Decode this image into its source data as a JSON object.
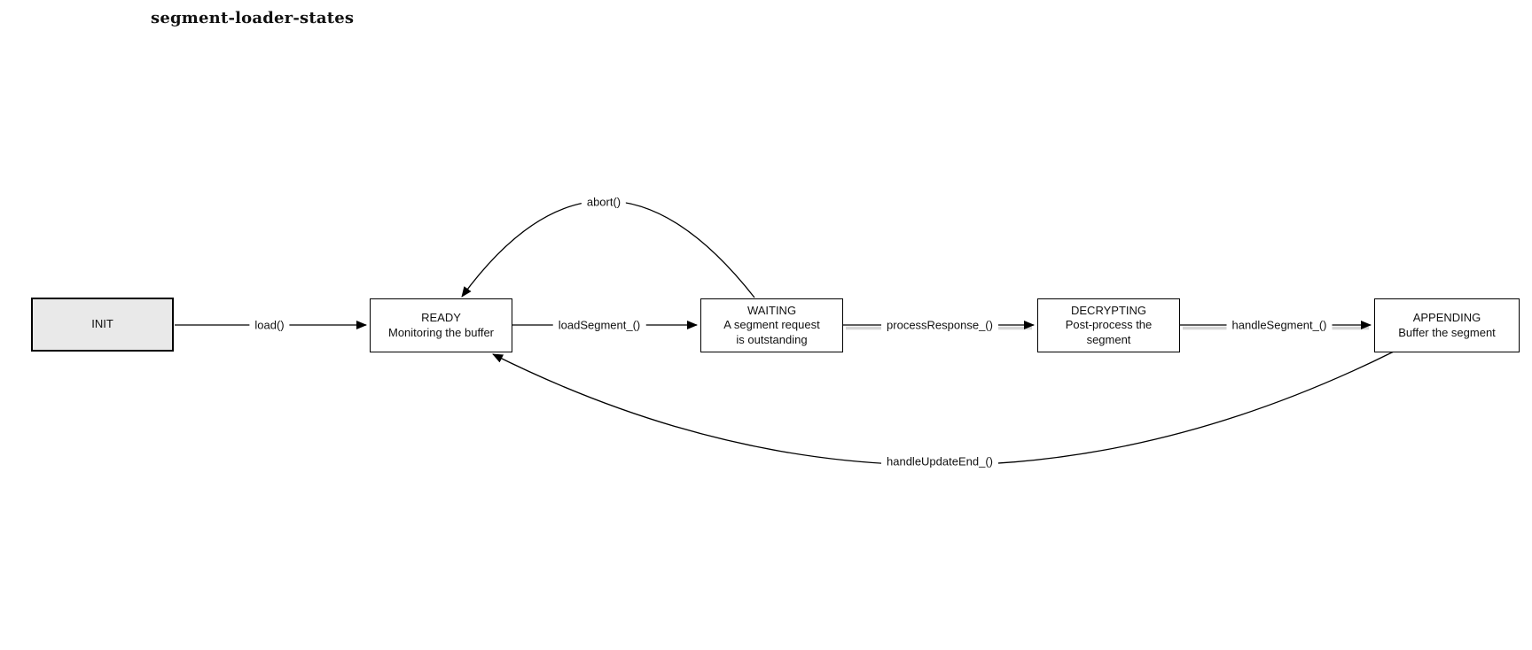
{
  "title": "segment-loader-states",
  "colors": {
    "background": "#ffffff",
    "init_fill": "#e9e9e9",
    "state_fill": "#ffffff",
    "line": "#000000",
    "line_shadow": "#d6d6d6"
  },
  "states": {
    "init": {
      "name": "INIT"
    },
    "ready": {
      "name": "READY",
      "desc": "Monitoring the buffer"
    },
    "waiting": {
      "name": "WAITING",
      "desc": "A segment request",
      "desc2": "is outstanding"
    },
    "decrypting": {
      "name": "DECRYPTING",
      "desc": "Post-process the",
      "desc2": "segment"
    },
    "appending": {
      "name": "APPENDING",
      "desc": "Buffer the segment"
    }
  },
  "transitions": {
    "load": {
      "label": "load()",
      "from": "INIT",
      "to": "READY"
    },
    "load_segment": {
      "label": "loadSegment_()",
      "from": "READY",
      "to": "WAITING"
    },
    "process_response": {
      "label": "processResponse_()",
      "from": "WAITING",
      "to": "DECRYPTING"
    },
    "handle_segment": {
      "label": "handleSegment_()",
      "from": "DECRYPTING",
      "to": "APPENDING"
    },
    "abort": {
      "label": "abort()",
      "from": "WAITING",
      "to": "READY"
    },
    "handle_update_end": {
      "label": "handleUpdateEnd_()",
      "from": "APPENDING",
      "to": "READY"
    }
  }
}
